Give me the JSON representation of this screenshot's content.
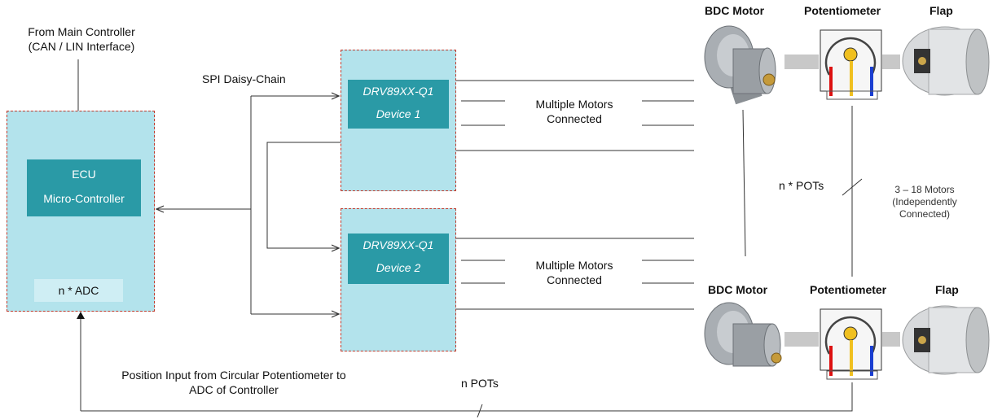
{
  "main_controller": {
    "line1": "From Main Controller",
    "line2": "(CAN / LIN Interface)"
  },
  "ecu": {
    "title": "ECU",
    "subtitle": "Micro-Controller",
    "adc": "n * ADC"
  },
  "spi_label": "SPI Daisy-Chain",
  "device1": {
    "part": "DRV89XX-Q1",
    "name": "Device 1"
  },
  "device2": {
    "part": "DRV89XX-Q1",
    "name": "Device 2"
  },
  "motors_label_1": {
    "line1": "Multiple Motors",
    "line2": "Connected"
  },
  "motors_label_2": {
    "line1": "Multiple Motors",
    "line2": "Connected"
  },
  "top_row": {
    "motor": "BDC Motor",
    "pot": "Potentiometer",
    "flap": "Flap"
  },
  "bottom_row": {
    "motor": "BDC Motor",
    "pot": "Potentiometer",
    "flap": "Flap"
  },
  "n_pots_vertical": "n * POTs",
  "motor_count": {
    "line1": "3 – 18 Motors",
    "line2": "(Independently",
    "line3": "Connected)"
  },
  "feedback": {
    "line1": "Position Input from Circular Potentiometer to",
    "line2": "ADC of Controller"
  },
  "n_pots_bottom": "n POTs"
}
